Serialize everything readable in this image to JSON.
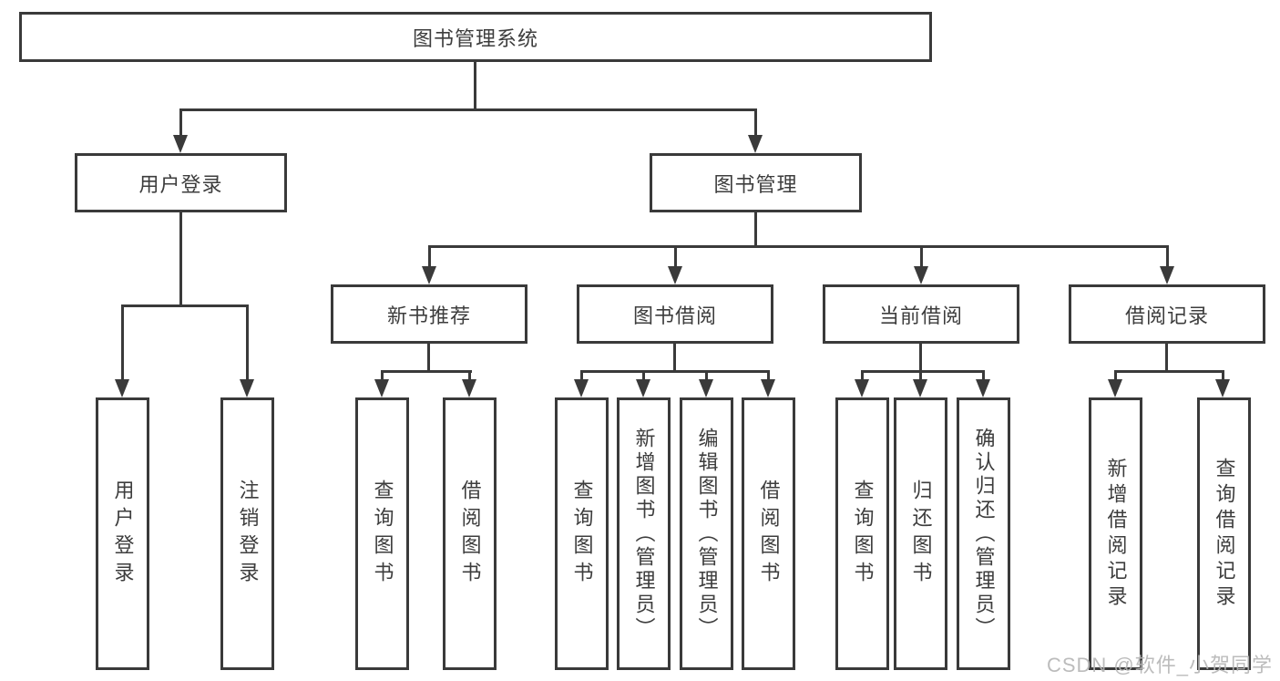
{
  "diagram": {
    "title": "图书管理系统",
    "root": {
      "label": "图书管理系统"
    },
    "level2": [
      {
        "label": "用户登录"
      },
      {
        "label": "图书管理"
      }
    ],
    "level3": [
      {
        "label": "新书推荐"
      },
      {
        "label": "图书借阅"
      },
      {
        "label": "当前借阅"
      },
      {
        "label": "借阅记录"
      }
    ],
    "leaves": {
      "user": [
        "用户登录",
        "注销登录"
      ],
      "recommend": [
        "查询图书",
        "借阅图书"
      ],
      "borrow": [
        "查询图书",
        "新增图书（管理员）",
        "编辑图书（管理员）",
        "借阅图书"
      ],
      "current": [
        "查询图书",
        "归还图书",
        "确认归还（管理员）"
      ],
      "records": [
        "新增借阅记录",
        "查询借阅记录"
      ]
    },
    "colors": {
      "line": "#3a3a3a",
      "text": "#3d3d3d",
      "background": "#ffffff",
      "watermark_text": "#b5b5b5"
    },
    "watermark": "CSDN @软件_小贺同学"
  }
}
